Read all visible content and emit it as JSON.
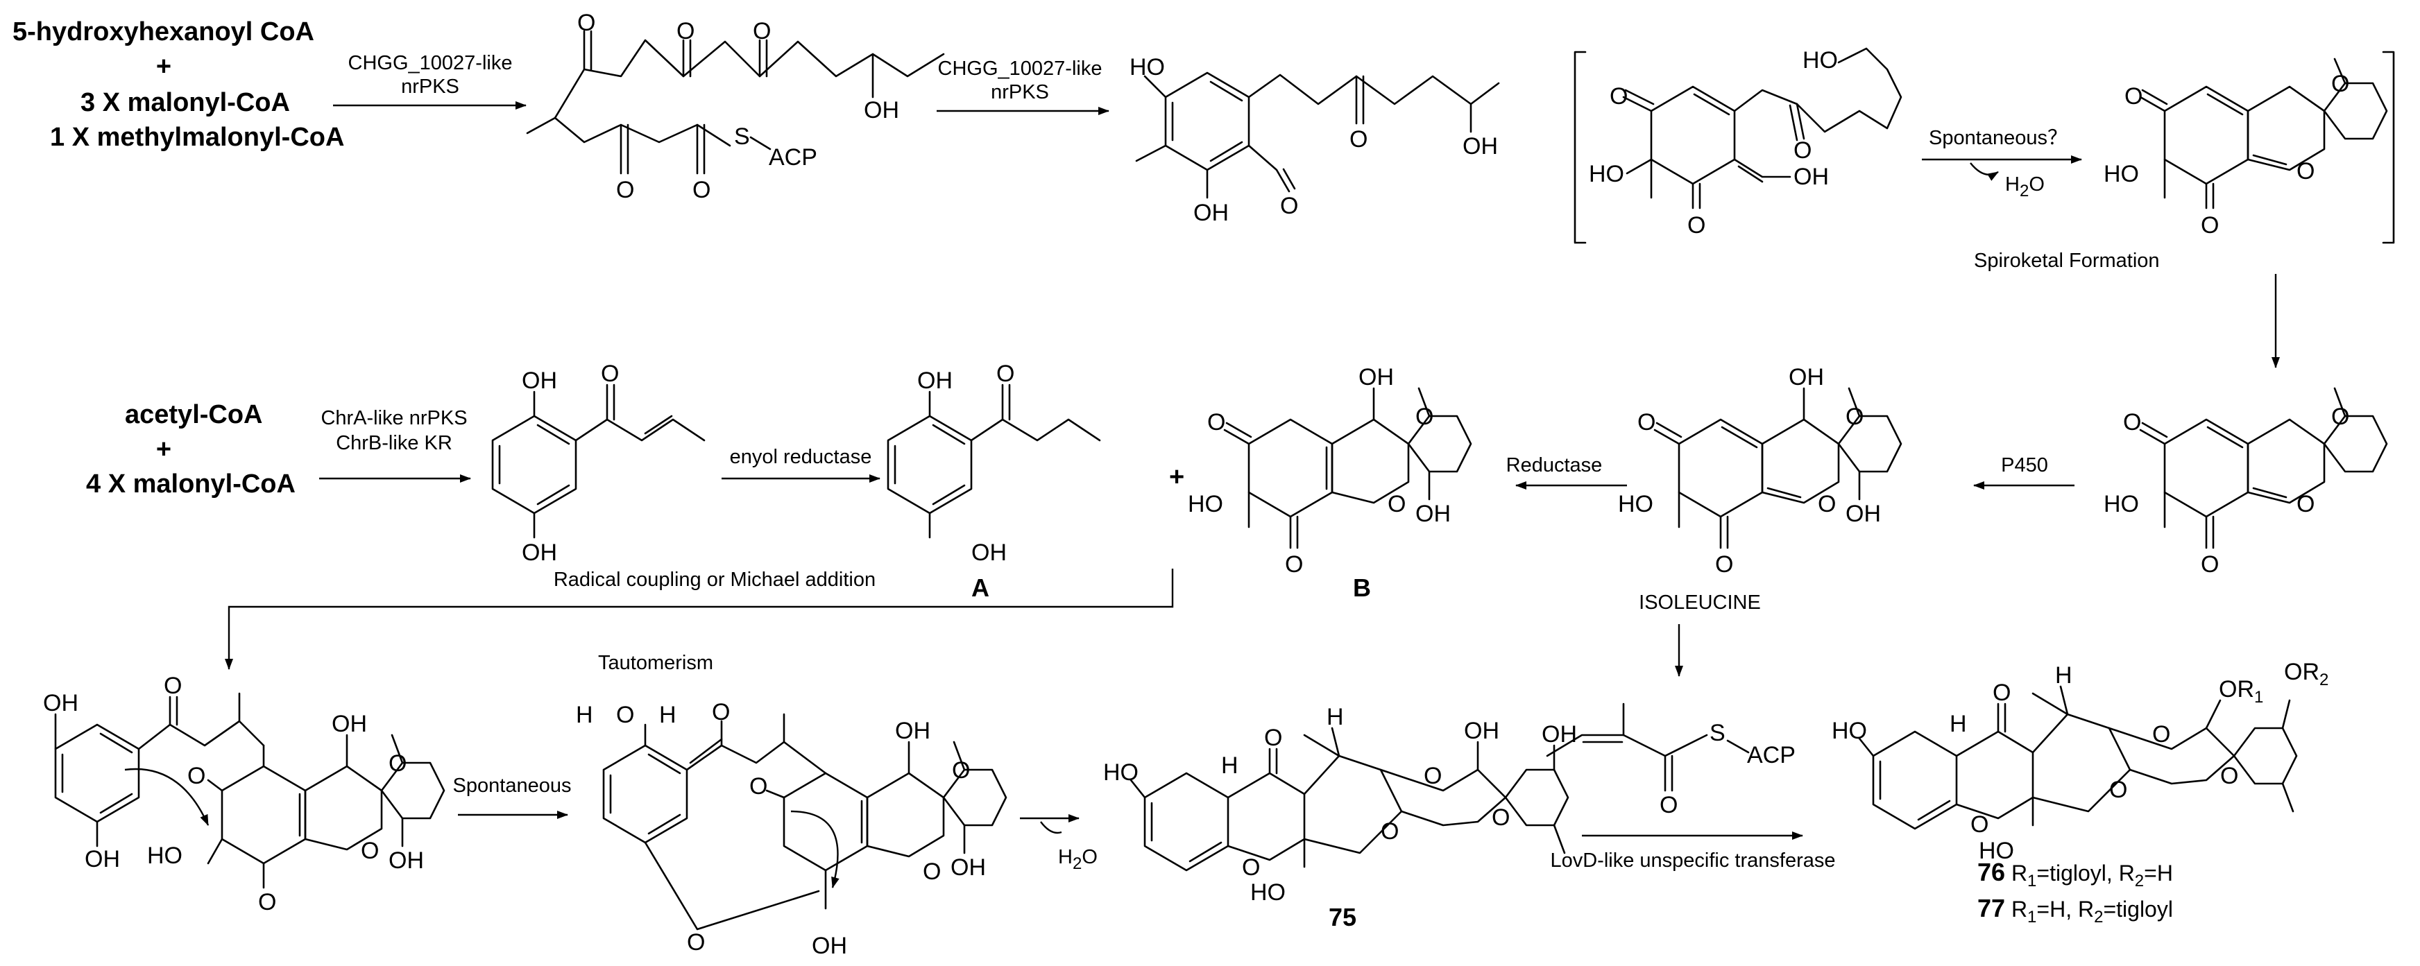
{
  "reagents": {
    "r1": "5-hydroxyhexanoyl CoA",
    "plus1": "+",
    "r2": "3 X malonyl-CoA",
    "r3": "1 X methylmalonyl-CoA",
    "r4": "acetyl-CoA",
    "plus2": "+",
    "r5": "4 X malonyl-CoA"
  },
  "enzymes": {
    "chgg1_a": "CHGG_10027-like",
    "chgg1_b": "nrPKS",
    "chgg2_a": "CHGG_10027-like",
    "chgg2_b": "nrPKS",
    "chra": "ChrA-like nrPKS",
    "chrb": "ChrB-like KR",
    "enoyl": "enyol reductase",
    "spont_q": "Spontaneous？",
    "h2o_1": "H",
    "h2o_1_sub": "2",
    "h2o_1_end": "O",
    "spiroketal": "Spiroketal Formation",
    "p450": "P450",
    "reductase": "Reductase",
    "radical": "Radical coupling or Michael addition",
    "tautomerism": "Tautomerism",
    "spontaneous": "Spontaneous",
    "h2o_2": "H",
    "h2o_2_sub": "2",
    "h2o_2_end": "O",
    "isoleucine": "ISOLEUCINE",
    "lovd": "LovD-like unspecific transferase"
  },
  "atoms": {
    "oh": "OH",
    "ho": "HO",
    "o": "O",
    "h": "H",
    "s": "S",
    "acp": "ACP",
    "r1": "R",
    "r1_sub": "1",
    "r2": "R",
    "r2_sub": "2"
  },
  "compounds": {
    "A": "A",
    "B": "B",
    "c75": "75",
    "c76_num": "76",
    "c76_text_a": " R",
    "c76_sub1": "1",
    "c76_text_b": "=tigloyl, R",
    "c76_sub2": "2",
    "c76_text_c": "=H",
    "c77_num": "77",
    "c77_text_a": " R",
    "c77_sub1": "1",
    "c77_text_b": "=H, R",
    "c77_sub2": "2",
    "c77_text_c": "=tigloyl"
  }
}
